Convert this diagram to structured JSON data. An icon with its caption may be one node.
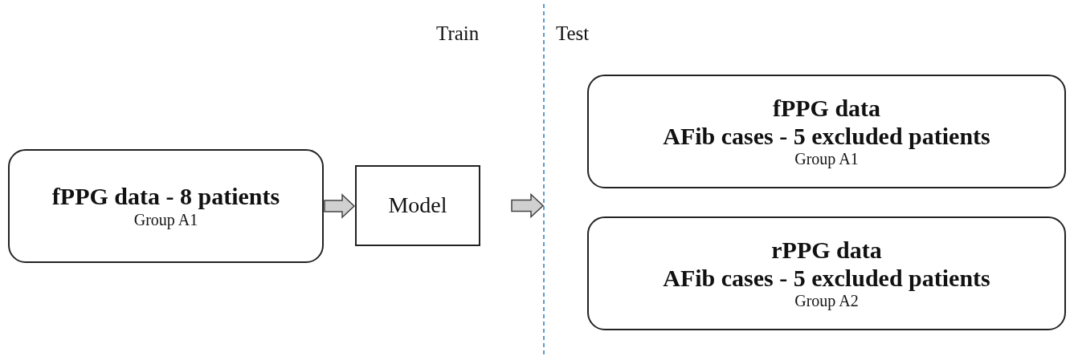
{
  "diagram": {
    "nodes": [
      {
        "text": [
          "fPPG data - 8 patients",
          "Group A1"
        ]
      },
      {
        "text": [
          "Model"
        ]
      },
      {
        "text": [
          "fPPG data",
          "AFib cases - 5 excluded patients",
          "Group A1"
        ]
      },
      {
        "text": [
          "rPPG data",
          "AFib cases - 5 excluded patients",
          "Group A2"
        ]
      }
    ],
    "edges": [
      {
        "from": 0,
        "to": 1,
        "arrow": "to"
      },
      {
        "from": 1,
        "to": null,
        "arrow": "to"
      }
    ],
    "labels": [
      "Train",
      "Test"
    ]
  }
}
